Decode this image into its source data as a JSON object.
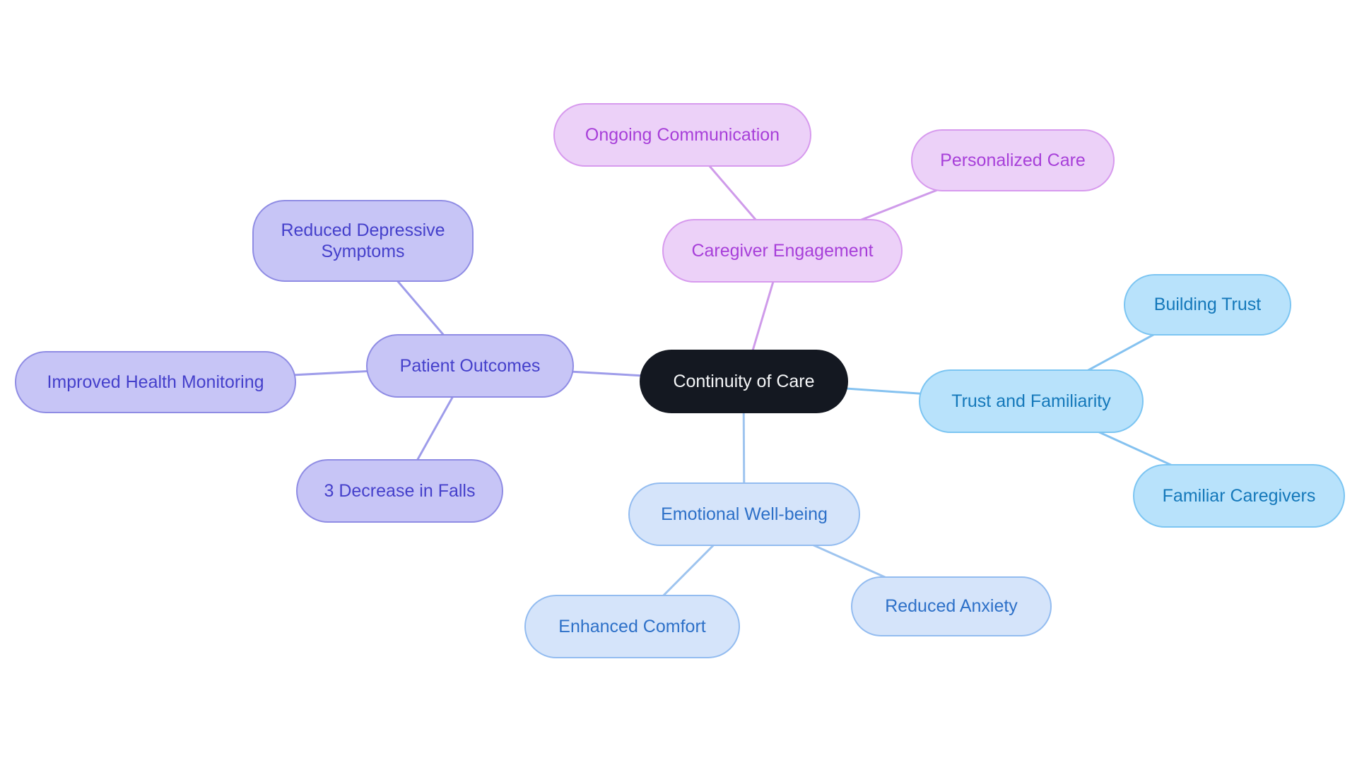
{
  "diagram": {
    "type": "mindmap",
    "background": "#ffffff",
    "center": {
      "id": "continuity-of-care",
      "label": "Continuity of Care",
      "fill": "#141821",
      "text_color": "#f5f6f8"
    },
    "branches": [
      {
        "id": "patient-outcomes",
        "key": "po",
        "label": "Patient Outcomes",
        "fill": "#c7c5f6",
        "border": "#8f8ce4",
        "text_color": "#4540cb",
        "edge_color": "#9e9cea",
        "children": [
          {
            "id": "reduced-depressive-symptoms",
            "label": "Reduced Depressive Symptoms"
          },
          {
            "id": "improved-health-monitoring",
            "label": "Improved Health Monitoring"
          },
          {
            "id": "decrease-in-falls",
            "label": "3 Decrease in Falls"
          }
        ]
      },
      {
        "id": "caregiver-engagement",
        "key": "ce",
        "label": "Caregiver Engagement",
        "fill": "#ecd1f8",
        "border": "#d79aee",
        "text_color": "#a73fd9",
        "edge_color": "#cf9bea",
        "children": [
          {
            "id": "ongoing-communication",
            "label": "Ongoing Communication"
          },
          {
            "id": "personalized-care",
            "label": "Personalized Care"
          }
        ]
      },
      {
        "id": "trust-and-familiarity",
        "key": "tf",
        "label": "Trust and Familiarity",
        "fill": "#b8e2fb",
        "border": "#7cc5f2",
        "text_color": "#1478ba",
        "edge_color": "#85c2f0",
        "children": [
          {
            "id": "building-trust",
            "label": "Building Trust"
          },
          {
            "id": "familiar-caregivers",
            "label": "Familiar Caregivers"
          }
        ]
      },
      {
        "id": "emotional-well-being",
        "key": "ew",
        "label": "Emotional Well-being",
        "fill": "#d5e4fa",
        "border": "#93bcf0",
        "text_color": "#2d70c8",
        "edge_color": "#9ec4ef",
        "children": [
          {
            "id": "enhanced-comfort",
            "label": "Enhanced Comfort"
          },
          {
            "id": "reduced-anxiety",
            "label": "Reduced Anxiety"
          }
        ]
      }
    ]
  }
}
